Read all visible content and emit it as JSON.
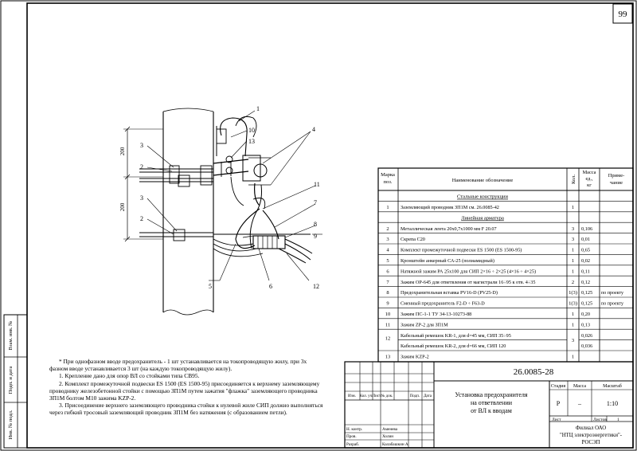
{
  "page_number": "99",
  "side_stamp": [
    "Взам. инв. №",
    "Подп. и дата",
    "Инв. № подл."
  ],
  "dimensions": [
    "200",
    "200"
  ],
  "callouts": {
    "c1": "1",
    "c3a": "3",
    "c2a": "2",
    "c10": "10",
    "c13": "13",
    "c4": "4",
    "c3b": "3",
    "c2b": "2",
    "c11": "11",
    "c7": "7",
    "c8": "8",
    "c9": "9",
    "c5": "5",
    "c6": "6",
    "c12": "12"
  },
  "spec_table": {
    "headers": {
      "mark": [
        "Марка",
        "поз."
      ],
      "name": "Наименование обозначение",
      "qty": "Кол.",
      "mass": [
        "Масса",
        "ед.,",
        "кг"
      ],
      "note": [
        "Приме-",
        "чание"
      ]
    },
    "sections": [
      "Стальные конструкции",
      "Линейная арматура"
    ],
    "rows": [
      {
        "pos": "1",
        "name": "Заземляющий проводник ЗП1М см. 26.0085-42",
        "qty": "1",
        "mass": "",
        "note": ""
      },
      {
        "pos": "2",
        "name": "Металлическая лента 20х0,7х1000 мм F 20.07",
        "qty": "3",
        "mass": "0,106",
        "note": ""
      },
      {
        "pos": "3",
        "name": "Скрепа С20",
        "qty": "3",
        "mass": "0,01",
        "note": ""
      },
      {
        "pos": "4",
        "name": "Комплект промежуточной подвески ES 1500 (ES 1500-95)",
        "qty": "1",
        "mass": "0,65",
        "note": ""
      },
      {
        "pos": "5",
        "name": "Кронштейн анкерный СА-25 (полиамидный)",
        "qty": "1",
        "mass": "0,02",
        "note": ""
      },
      {
        "pos": "6",
        "name": "Натяжной зажим РА 25х100 для СИП 2×16 ÷ 2×25 (4×16 ÷ 4×25)",
        "qty": "1",
        "mass": "0,11",
        "note": ""
      },
      {
        "pos": "7",
        "name": "Зажим ОР-645 для ответвления от магистрали 16÷95 к отв. 4÷35",
        "qty": "2",
        "mass": "0,12",
        "note": ""
      },
      {
        "pos": "8",
        "name": "Предохранительная вставка PV16-D (PV25-D)",
        "qty": "1(3)",
        "mass": "0,125",
        "note": "по проекту"
      },
      {
        "pos": "9",
        "name": "Сменный предохранитель F2-D ÷ F63-D",
        "qty": "1(3)",
        "mass": "0,125",
        "note": "по проекту"
      },
      {
        "pos": "10",
        "name": "Зажим ПС-1-1 ТУ 34-13-10273-88",
        "qty": "1",
        "mass": "0,20",
        "note": ""
      },
      {
        "pos": "11",
        "name": "Зажим ZP-2 для ЗП1М",
        "qty": "1",
        "mass": "0,13",
        "note": ""
      },
      {
        "pos": "12",
        "name": "Кабельный ремешок KR-1, для d=45 мм, СИП 35÷95",
        "qty": "3",
        "mass": "0,026",
        "note": ""
      },
      {
        "pos": "",
        "name": "Кабельный ремешок KR-2, для d=66 мм, СИП 120",
        "qty": "",
        "mass": "0,036",
        "note": ""
      },
      {
        "pos": "13",
        "name": "Зажим KZP-2",
        "qty": "1",
        "mass": "",
        "note": ""
      }
    ]
  },
  "notes": {
    "asterisk": "* При однофазном вводе предохранитель - 1 шт устанавливается на токопроводящую жилу, при 3х  фазном вводе устанавливается 3 шт (на каждую токопроводящую жилу).",
    "items": [
      "1. Крепление дано для опор ВЛ со стойками типа СВ95.",
      "2. Комплект промежуточной подвески ES 1500 (ES 1500-95) присоединяется к верхнему заземляющему проводнику железобетонной стойки с помощью ЗП1М путем зажатия \"флажка\" заземляющего проводника ЗП1М болтом М10 зажима KZP-2.",
      "3. Присоединение верхнего заземляющего проводника стойки к нулевой жиле СИП должно выполняться через гибкий тросовый заземляющий проводник ЗП1М без натяжения (с образованием петли)."
    ]
  },
  "title_block": {
    "doc_code": "26.0085-28",
    "col_headers": [
      "Изм.",
      "Кол. уч.",
      "Лист",
      "№ док.",
      "Подп.",
      "Дата"
    ],
    "roles": [
      {
        "role": "Н. контр.",
        "name": "Аменева"
      },
      {
        "role": "Пров.",
        "name": "Холин"
      },
      {
        "role": "Разраб.",
        "name": "Калабашкин А"
      }
    ],
    "title_lines": [
      "Установка предохранителя",
      "на ответвлении",
      "от ВЛ к вводам"
    ],
    "stage_label": "Стадия",
    "mass_label": "Масса",
    "scale_label": "Масштаб",
    "stage": "Р",
    "mass": "–",
    "scale": "1:10",
    "sheet_label": "Лист",
    "sheets_label": "Листов",
    "sheets_count": "1",
    "org_lines": [
      "Филиал ОАО",
      "\"НТЦ электроэнергетики\"-",
      "РОСЭП"
    ]
  }
}
